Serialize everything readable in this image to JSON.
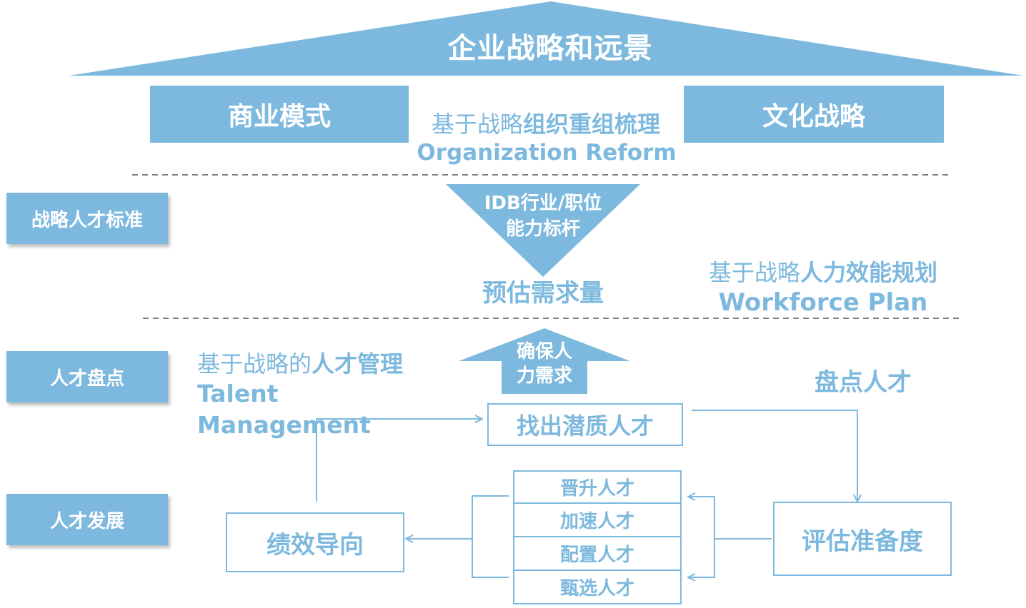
{
  "roof": {
    "title": "企业战略和远景"
  },
  "pillars": {
    "left": "商业模式",
    "right": "文化战略"
  },
  "org_reform": {
    "prefix": "基于战略",
    "highlight": "组织重组梳理",
    "english": "Organization Reform"
  },
  "left_labels": [
    "战略人才标准",
    "人才盘点",
    "人才发展"
  ],
  "idb_triangle": {
    "line1": "IDB行业/职位",
    "line2": "能力标杆"
  },
  "estimate_demand": "预估需求量",
  "workforce": {
    "prefix": "基于战略",
    "highlight": "人力效能规划",
    "english": "Workforce Plan"
  },
  "talent_mgmt": {
    "prefix": "基于战略的",
    "highlight": "人才管理",
    "english": "Talent Management"
  },
  "ensure_arrow": {
    "line1": "确保人",
    "line2": "力需求"
  },
  "inventory_label": "盘点人才",
  "flow": {
    "find": "找出潜质人才",
    "performance": "绩效导向",
    "readiness": "评估准备度",
    "stack": [
      "晋升人才",
      "加速人才",
      "配置人才",
      "甄选人才"
    ]
  },
  "colors": {
    "accent": "#7db9de",
    "dashed": "#7f7f7f"
  }
}
